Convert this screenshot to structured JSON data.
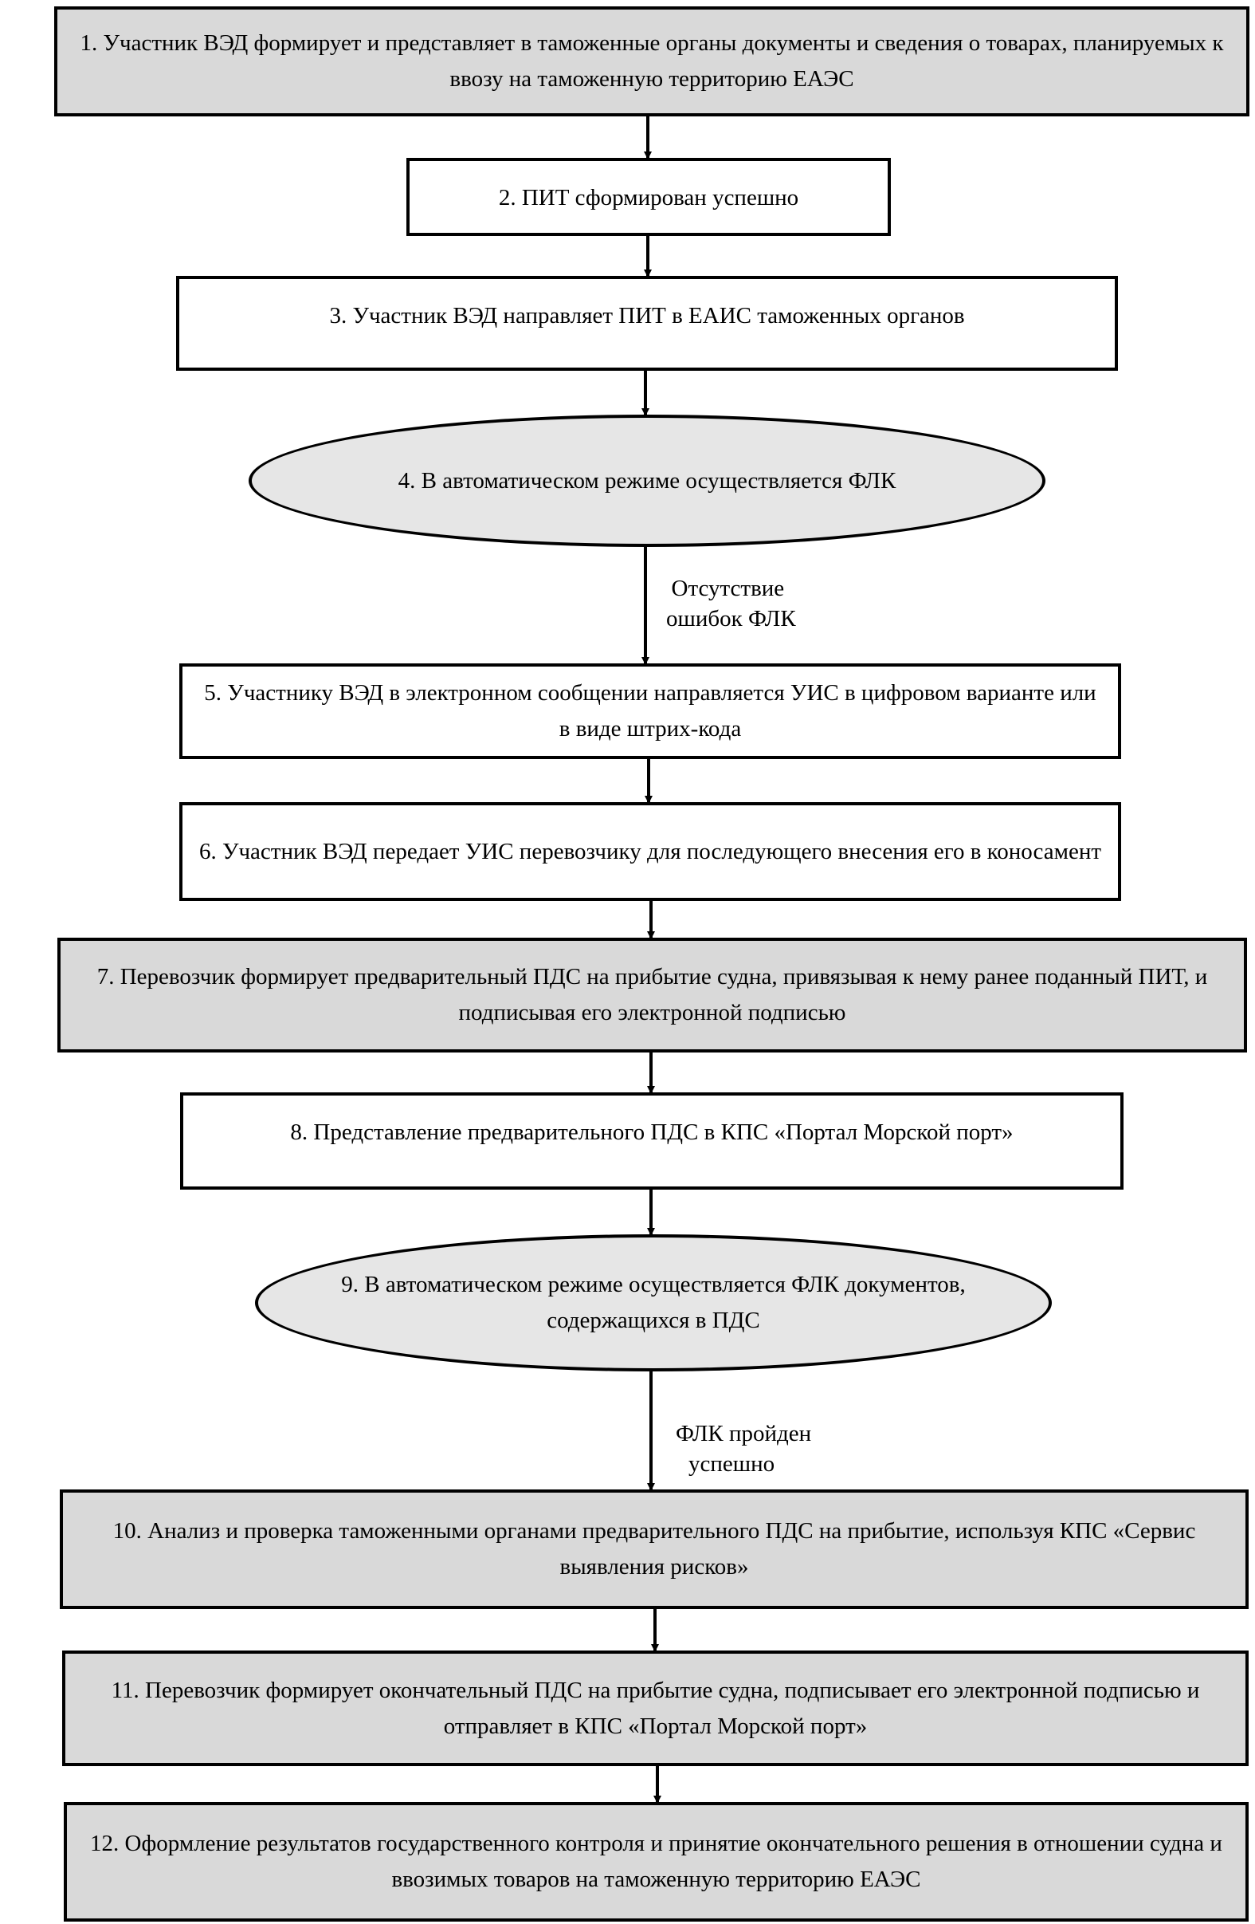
{
  "steps": [
    {
      "text": "1. Участник ВЭД формирует и представляет в таможенные органы документы и сведения о товарах, планируемых к ввозу на таможенную территорию ЕАЭС"
    },
    {
      "text": "2. ПИТ сформирован успешно"
    },
    {
      "text": "3. Участник ВЭД направляет ПИТ в ЕАИС таможенных органов"
    },
    {
      "text": "4. В автоматическом режиме осуществляется ФЛК"
    },
    {
      "text": "5. Участнику ВЭД в электронном сообщении направляется УИС в цифровом варианте или в виде штрих-кода"
    },
    {
      "text": "6. Участник ВЭД передает УИС перевозчику для последующего внесения его в коносамент"
    },
    {
      "text": "7. Перевозчик формирует предварительный ПДС на прибытие судна, привязывая к нему ранее поданный ПИТ, и подписывая его электронной подписью"
    },
    {
      "text": "8. Представление предварительного ПДС в КПС «Портал Морской порт»"
    },
    {
      "text": "9. В автоматическом режиме осуществляется ФЛК документов, содержащихся в ПДС"
    },
    {
      "text": "10. Анализ и проверка таможенными органами предварительного ПДС на прибытие, используя КПС «Сервис выявления рисков»"
    },
    {
      "text": "11. Перевозчик формирует окончательный ПДС на прибытие судна, подписывает его электронной подписью и отправляет в КПС «Портал Морской порт»"
    },
    {
      "text": "12. Оформление результатов государственного контроля и принятие окончательного решения в отношении судна и ввозимых товаров на таможенную территорию ЕАЭС"
    }
  ],
  "edge_labels": {
    "flk_ok_line1": "Отсутствие",
    "flk_ok_line2": "ошибок ФЛК",
    "flk_passed_line1": "ФЛК пройден",
    "flk_passed_line2": "успешно"
  }
}
